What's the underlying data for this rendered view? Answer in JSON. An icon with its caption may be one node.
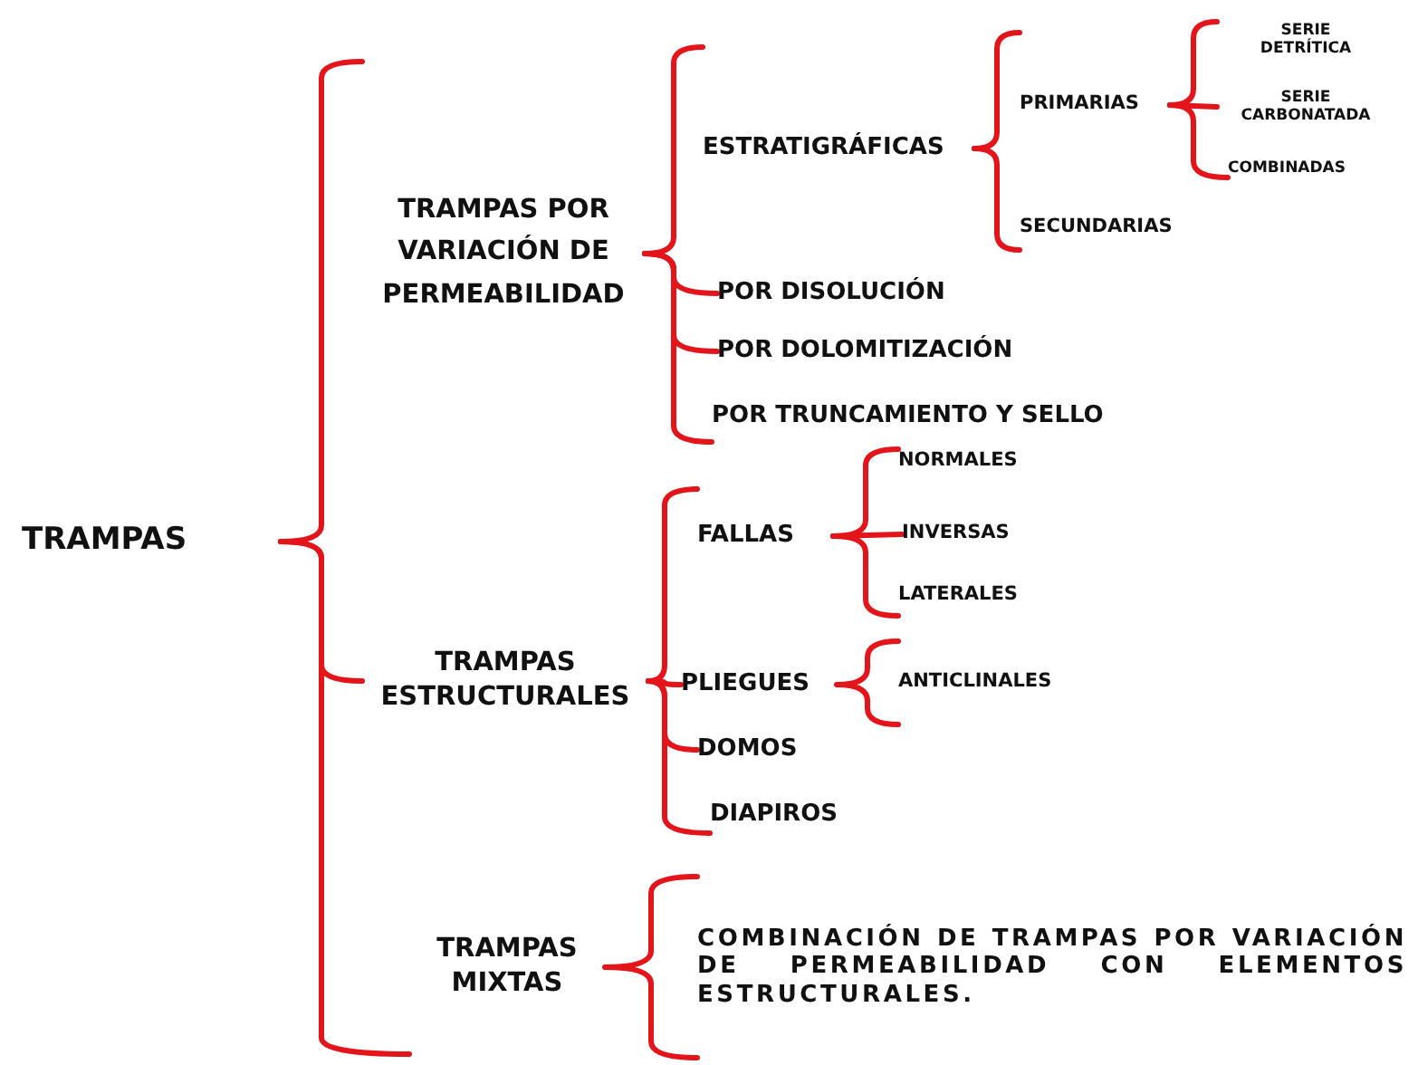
{
  "diagram": {
    "nodes": [
      {
        "text": [
          "TRAMPAS"
        ]
      },
      {
        "text": [
          "TRAMPAS POR VARIACIÓN DE PERMEABILIDAD"
        ]
      },
      {
        "text": [
          "ESTRATIGRÁFICAS"
        ]
      },
      {
        "text": [
          "PRIMARIAS"
        ]
      },
      {
        "text": [
          "SERIE DETRÍTICA"
        ]
      },
      {
        "text": [
          "SERIE CARBONATADA"
        ]
      },
      {
        "text": [
          "COMBINADAS"
        ]
      },
      {
        "text": [
          "SECUNDARIAS"
        ]
      },
      {
        "text": [
          "POR DISOLUCIÓN"
        ]
      },
      {
        "text": [
          "POR DOLOMITIZACIÓN"
        ]
      },
      {
        "text": [
          "POR TRUNCAMIENTO Y SELLO"
        ]
      },
      {
        "text": [
          "TRAMPAS ESTRUCTURALES"
        ]
      },
      {
        "text": [
          "FALLAS"
        ]
      },
      {
        "text": [
          "NORMALES"
        ]
      },
      {
        "text": [
          "INVERSAS"
        ]
      },
      {
        "text": [
          "LATERALES"
        ]
      },
      {
        "text": [
          "PLIEGUES"
        ]
      },
      {
        "text": [
          "ANTICLINALES"
        ]
      },
      {
        "text": [
          "DOMOS"
        ]
      },
      {
        "text": [
          "DIAPIROS"
        ]
      },
      {
        "text": [
          "TRAMPAS MIXTAS"
        ]
      },
      {
        "text": [
          "COMBINACIÓN DE TRAMPAS POR VARIACIÓN DE PERMEABILIDAD CON ELEMENTOS ESTRUCTURALES."
        ]
      }
    ],
    "edges": [
      {
        "from": 0,
        "to": 1,
        "arrow": "none"
      },
      {
        "from": 0,
        "to": 11,
        "arrow": "none"
      },
      {
        "from": 0,
        "to": 20,
        "arrow": "none"
      },
      {
        "from": 1,
        "to": 2,
        "arrow": "none"
      },
      {
        "from": 1,
        "to": 8,
        "arrow": "none"
      },
      {
        "from": 1,
        "to": 9,
        "arrow": "none"
      },
      {
        "from": 1,
        "to": 10,
        "arrow": "none"
      },
      {
        "from": 2,
        "to": 3,
        "arrow": "none"
      },
      {
        "from": 2,
        "to": 7,
        "arrow": "none"
      },
      {
        "from": 3,
        "to": 4,
        "arrow": "none"
      },
      {
        "from": 3,
        "to": 5,
        "arrow": "none"
      },
      {
        "from": 3,
        "to": 6,
        "arrow": "none"
      },
      {
        "from": 11,
        "to": 12,
        "arrow": "none"
      },
      {
        "from": 11,
        "to": 16,
        "arrow": "none"
      },
      {
        "from": 11,
        "to": 18,
        "arrow": "none"
      },
      {
        "from": 11,
        "to": 19,
        "arrow": "none"
      },
      {
        "from": 12,
        "to": 13,
        "arrow": "none"
      },
      {
        "from": 12,
        "to": 14,
        "arrow": "none"
      },
      {
        "from": 12,
        "to": 15,
        "arrow": "none"
      },
      {
        "from": 16,
        "to": 17,
        "arrow": "none"
      },
      {
        "from": 20,
        "to": 21,
        "arrow": "none"
      }
    ]
  }
}
